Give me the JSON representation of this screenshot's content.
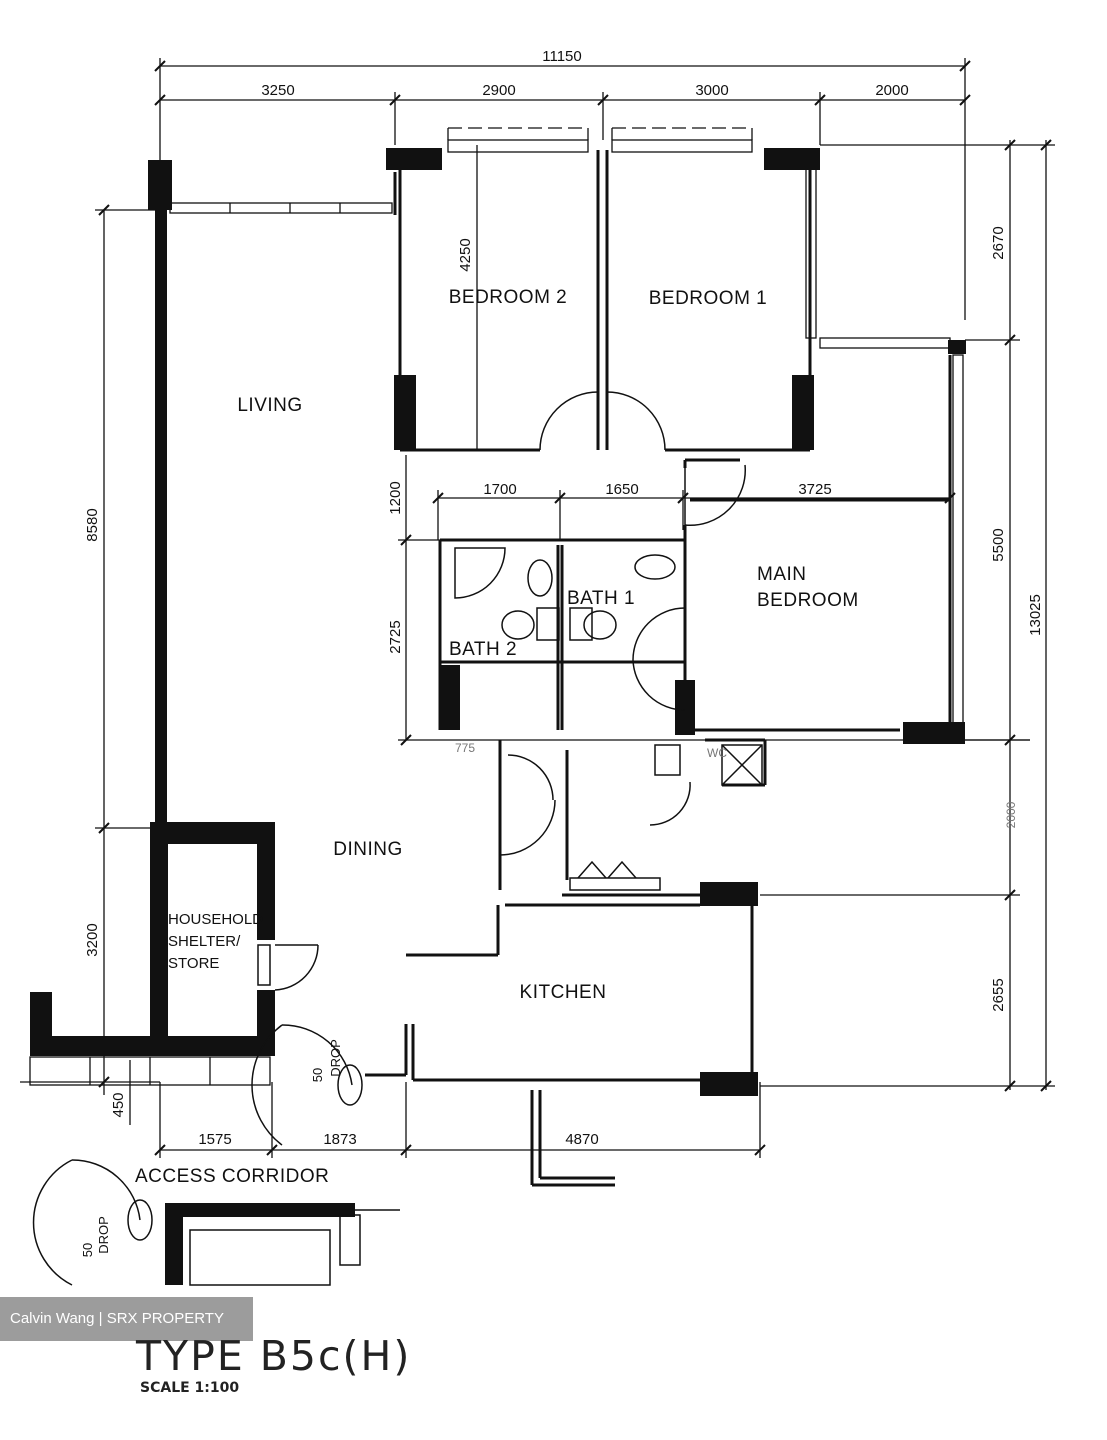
{
  "plan": {
    "rooms": {
      "living": "LIVING",
      "bedroom_2": "BEDROOM 2",
      "bedroom_1": "BEDROOM 1",
      "main_bedroom_line1": "MAIN",
      "main_bedroom_line2": "BEDROOM",
      "bath_1": "BATH 1",
      "bath_2": "BATH 2",
      "dining": "DINING",
      "household_line1": "HOUSEHOLD",
      "household_line2": "SHELTER/",
      "household_line3": "STORE",
      "kitchen": "KITCHEN",
      "access_corridor": "ACCESS CORRIDOR"
    },
    "dimensions": {
      "top_total": "11150",
      "top_a": "3250",
      "top_b": "2900",
      "top_c": "3000",
      "top_d": "2000",
      "mid_a": "1700",
      "mid_b": "1650",
      "mid_c": "3725",
      "bottom_a": "1575",
      "bottom_b": "1873",
      "bottom_c": "4870",
      "left_a": "8580",
      "left_b": "3200",
      "left_c": "450",
      "inner_a": "4250",
      "inner_b": "1200",
      "inner_c": "2725",
      "right_a": "2670",
      "right_b": "5500",
      "right_c": "2655",
      "right_total": "13025",
      "ghost_a": "775",
      "ghost_b": "2000"
    },
    "drop_label_value": "50",
    "drop_label_word": "DROP",
    "ghost_wc": "WC"
  },
  "watermark": "Calvin Wang | SRX PROPERTY",
  "title": "TYPE B5c(H)",
  "scale": "SCALE 1:100"
}
